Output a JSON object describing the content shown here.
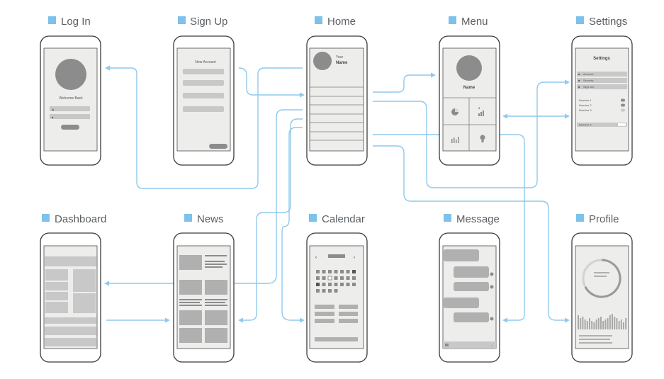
{
  "colors": {
    "accent": "#7cc2ea",
    "connector": "#8ec9ee",
    "phone_outline": "#3b3b3b",
    "screen": "#ededeb",
    "placeholder": "#c8c8c8"
  },
  "screens": {
    "login": {
      "title": "Log In",
      "welcome": "Welcome Back"
    },
    "signup": {
      "title": "Sign Up",
      "heading": "New Account"
    },
    "home": {
      "title": "Home",
      "your": "Your",
      "name": "Name"
    },
    "menu": {
      "title": "Menu",
      "name": "Name",
      "icons": [
        "pie-chart-icon",
        "bar-chart-icon",
        "column-chart-icon",
        "lightbulb-icon"
      ]
    },
    "settings": {
      "title": "Settings",
      "heading": "Settings",
      "rows": [
        "Account",
        "Security",
        "Sign out"
      ],
      "numbers": [
        "Number 1",
        "Number 2",
        "Number 3"
      ],
      "number4": "Number 4"
    },
    "dashboard": {
      "title": "Dashboard"
    },
    "news": {
      "title": "News"
    },
    "calendar": {
      "title": "Calendar",
      "prev": "‹",
      "next": "›"
    },
    "message": {
      "title": "Message"
    },
    "profile": {
      "title": "Profile"
    }
  }
}
